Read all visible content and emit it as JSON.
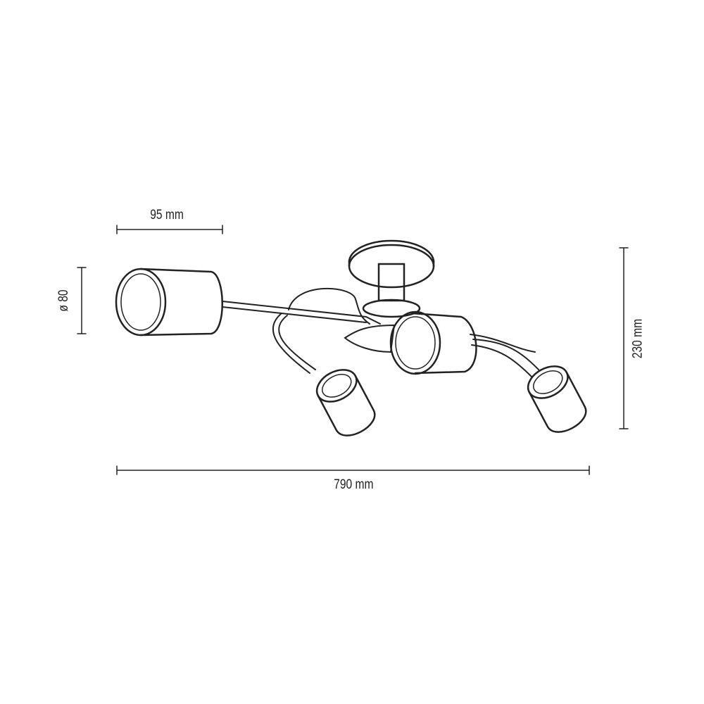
{
  "dimensions": {
    "shade_length": "95 mm",
    "shade_diameter": "ø 80",
    "height": "230 mm",
    "width": "790 mm"
  }
}
